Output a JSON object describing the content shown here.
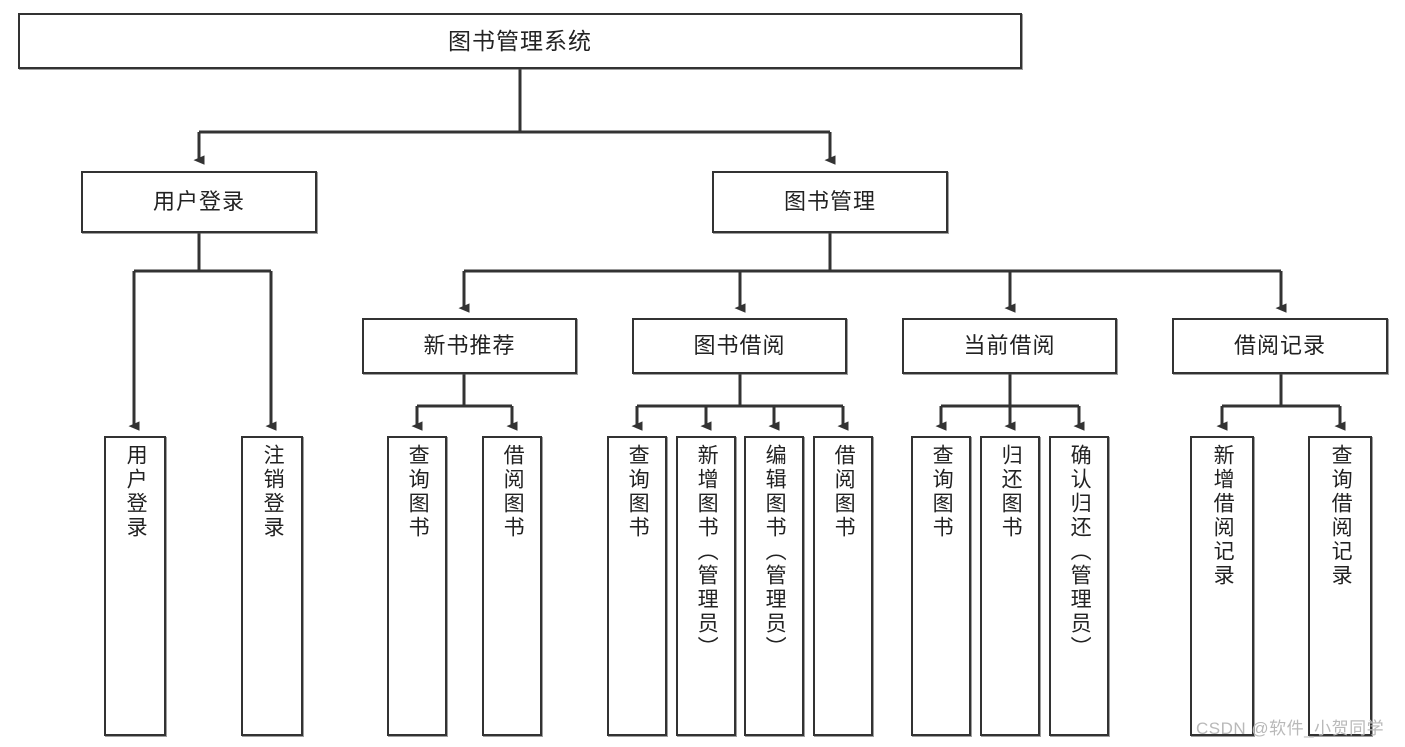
{
  "diagram": {
    "type": "tree",
    "title": "图书管理系统",
    "orientation": "top-down",
    "colors": {
      "box_border": "#333333",
      "box_fill": "#ffffff",
      "edge": "#333333",
      "text": "#222222",
      "watermark": "#b9b9b9"
    },
    "root": {
      "label": "图书管理系统"
    },
    "level1": [
      {
        "label": "用户登录"
      },
      {
        "label": "图书管理"
      }
    ],
    "level2": [
      {
        "label": "新书推荐"
      },
      {
        "label": "图书借阅"
      },
      {
        "label": "当前借阅"
      },
      {
        "label": "借阅记录"
      }
    ],
    "leaves": {
      "user_login": [
        {
          "label": "用户登录"
        },
        {
          "label": "注销登录"
        }
      ],
      "new_book_recommend": [
        {
          "label": "查询图书"
        },
        {
          "label": "借阅图书"
        }
      ],
      "book_borrow": [
        {
          "label": "查询图书"
        },
        {
          "label": "新增图书（管理员）"
        },
        {
          "label": "编辑图书（管理员）"
        },
        {
          "label": "借阅图书"
        }
      ],
      "current_borrow": [
        {
          "label": "查询图书"
        },
        {
          "label": "归还图书"
        },
        {
          "label": "确认归还（管理员）"
        }
      ],
      "borrow_record": [
        {
          "label": "新增借阅记录"
        },
        {
          "label": "查询借阅记录"
        }
      ]
    }
  },
  "watermark": {
    "text": "CSDN @软件_小贺同学"
  }
}
